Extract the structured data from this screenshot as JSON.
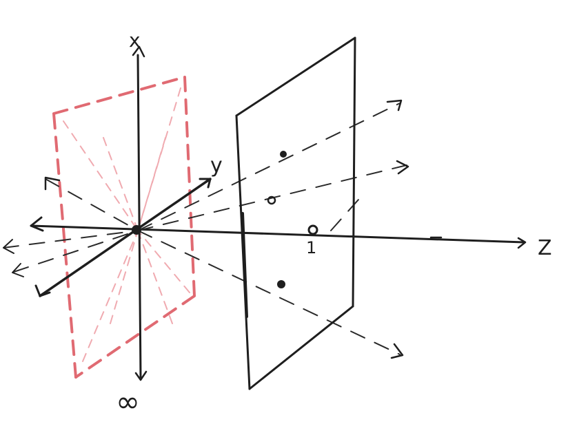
{
  "axis_labels": {
    "x": "x",
    "y": "y",
    "z": "Z",
    "unit_mark": "1",
    "infinity": "∞"
  },
  "colors": {
    "ink": "#1e1e1e",
    "red_plane": "#e06a72",
    "red_rays": "#f0aab0"
  }
}
